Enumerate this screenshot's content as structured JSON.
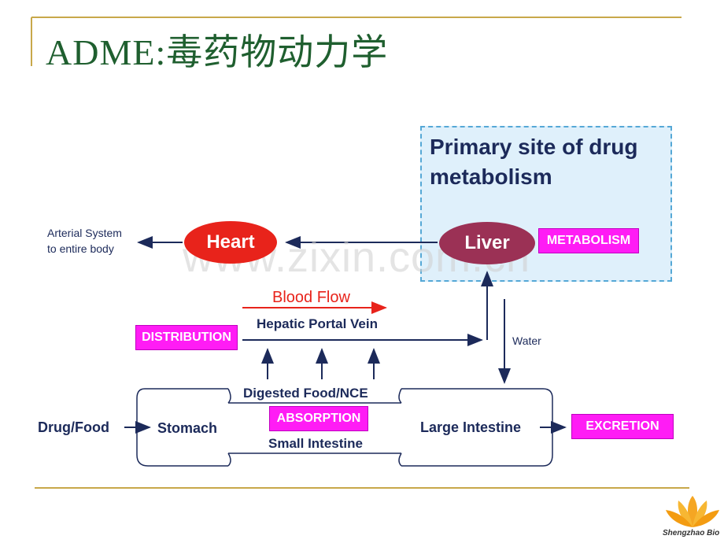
{
  "slide": {
    "title": "ADME:毒药物动力学",
    "watermark": "www.zixin.com.cn",
    "logo_text": "Shengzhao Bio"
  },
  "diagram": {
    "primary_site": "Primary site of drug metabolism",
    "heart": "Heart",
    "liver": "Liver",
    "arterial": [
      "Arterial System",
      "to entire body"
    ],
    "metabolism_tag": "METABOLISM",
    "blood_flow": "Blood Flow",
    "hepatic_portal_vein": "Hepatic Portal Vein",
    "distribution_tag": "DISTRIBUTION",
    "water": "Water",
    "digested_food": "Digested Food/NCE",
    "absorption_tag": "ABSORPTION",
    "drug_food": "Drug/Food",
    "stomach": "Stomach",
    "small_intestine": "Small Intestine",
    "large_intestine": "Large Intestine",
    "excretion_tag": "EXCRETION"
  },
  "colors": {
    "title": "#1f5f2f",
    "rule": "#c8a84a",
    "heart": "#e8231b",
    "liver": "#9b3155",
    "tag": "#ff1cf5",
    "arrow": "#1c2a5a",
    "blood_flow": "#e8231b",
    "box_fill": "#dff0fb",
    "box_border": "#55a8d6"
  }
}
